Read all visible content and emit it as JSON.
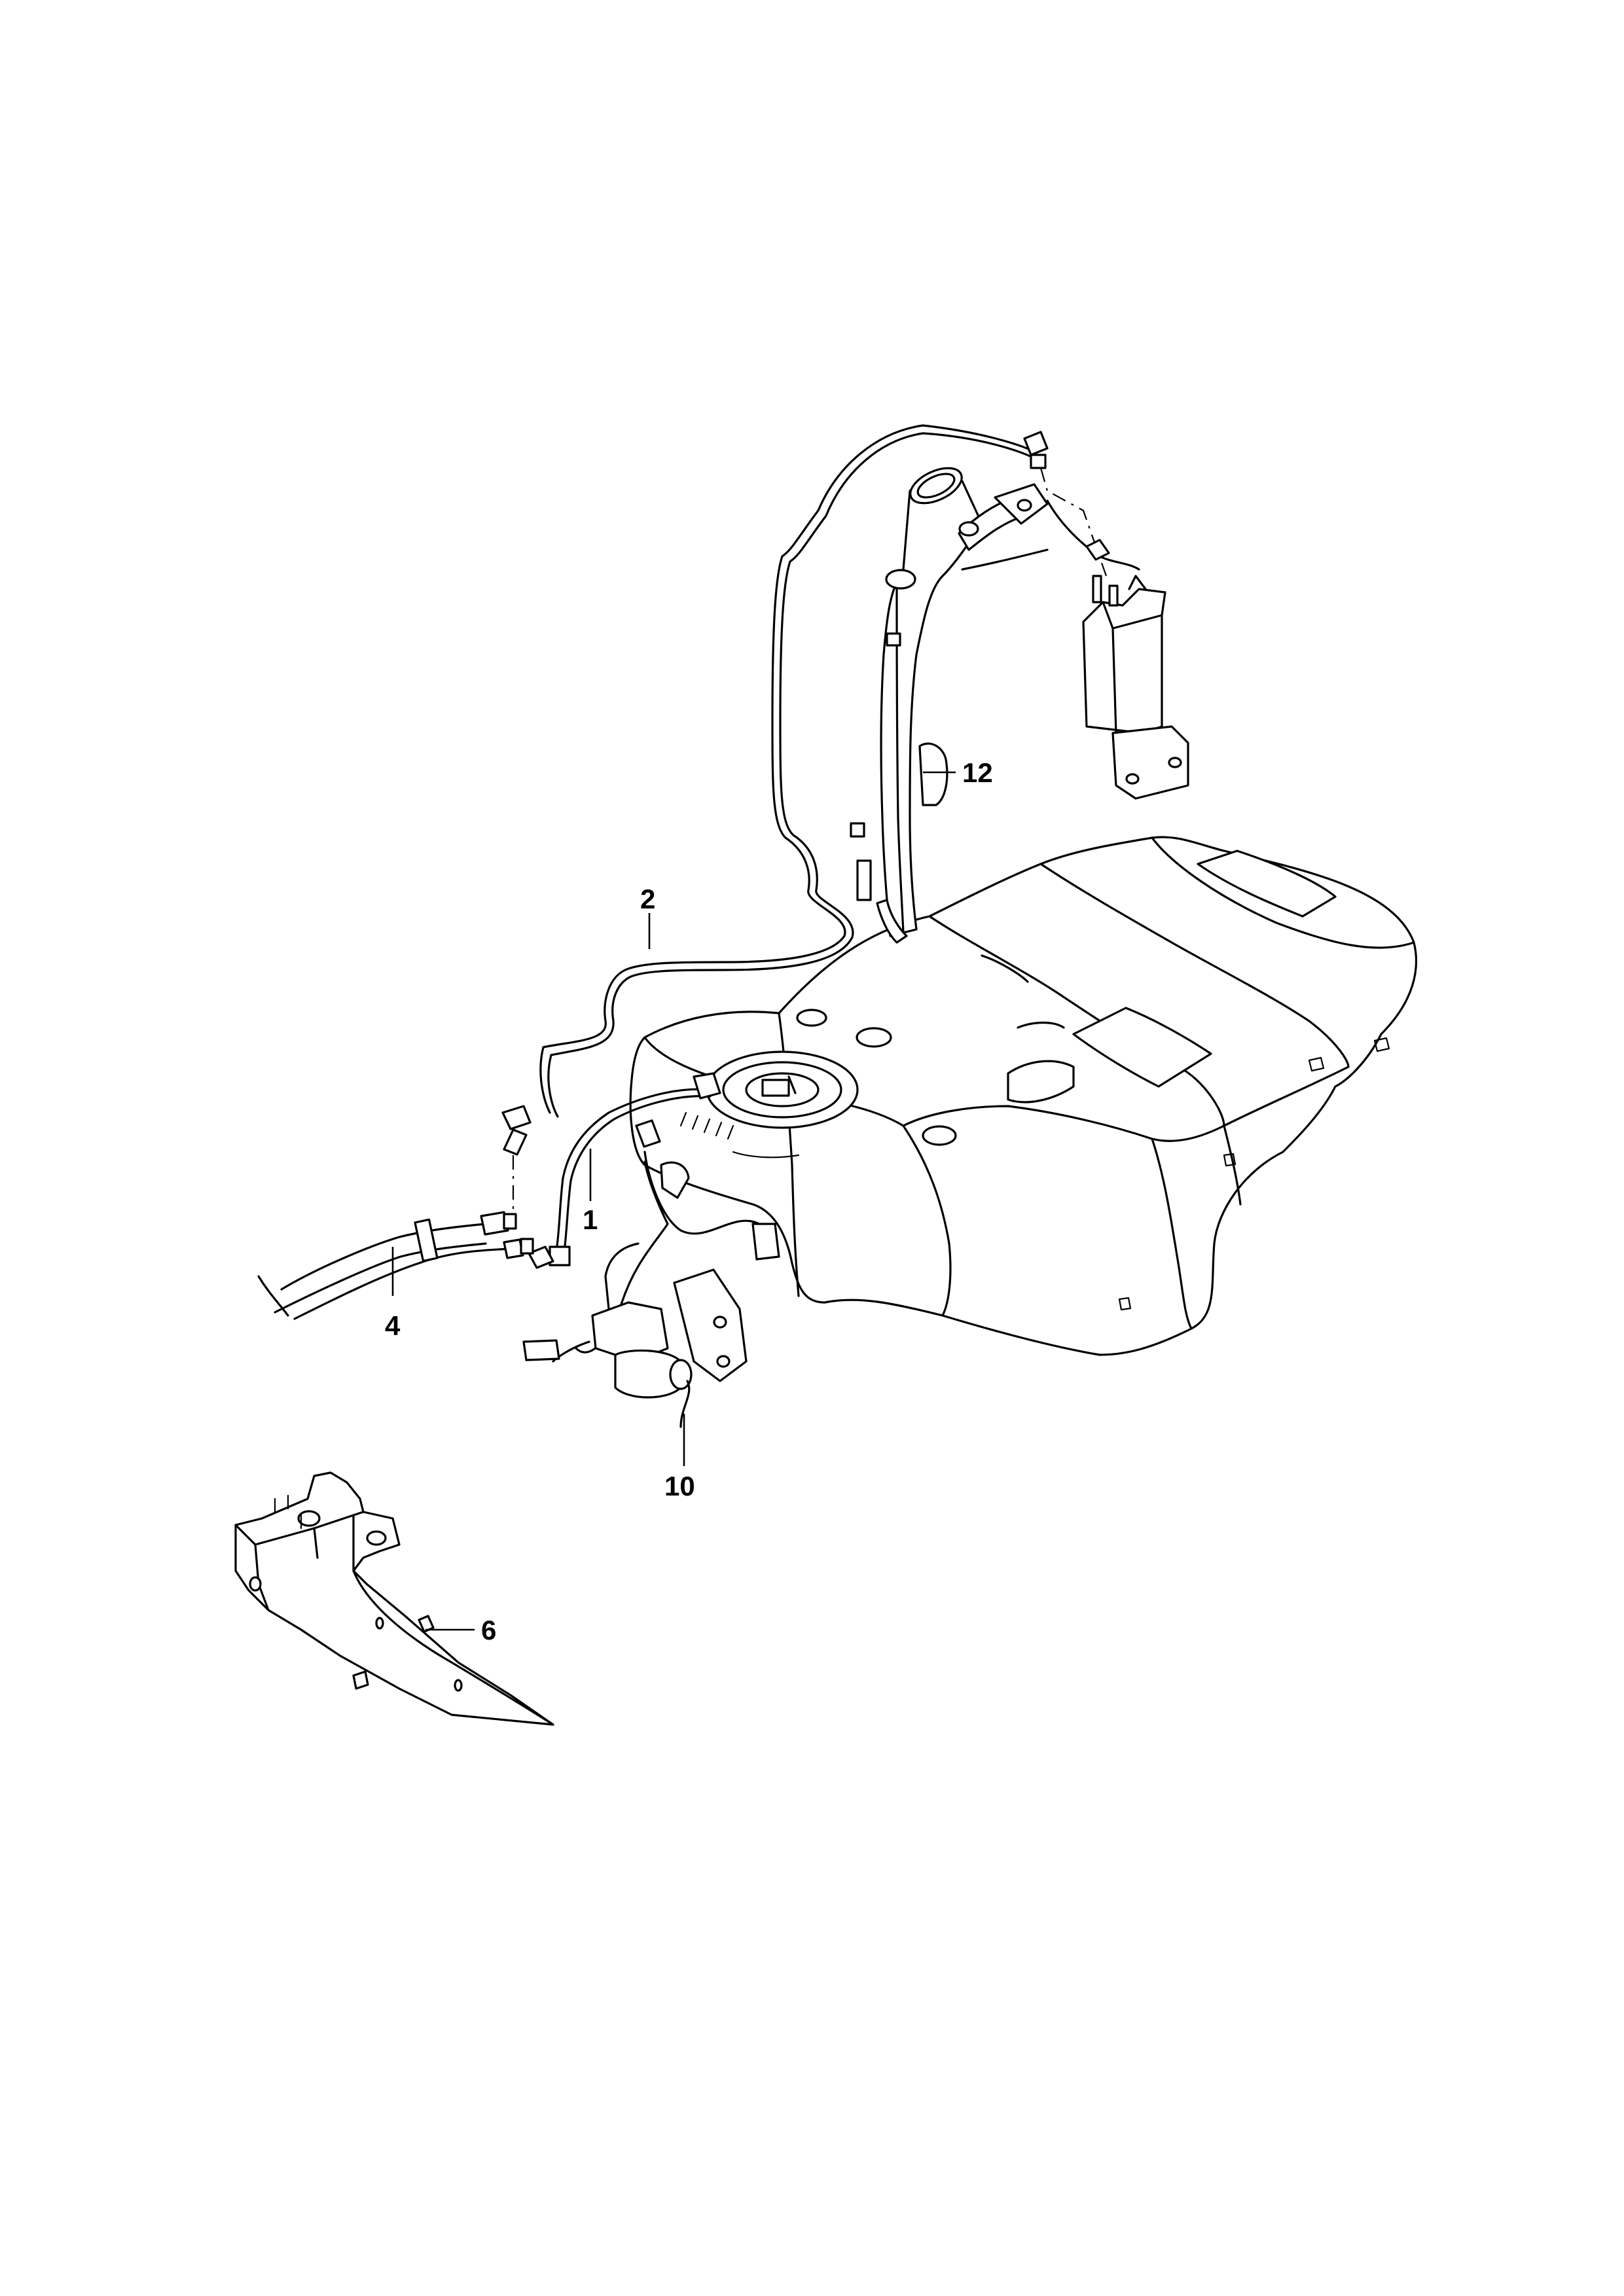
{
  "diagram": {
    "colors": {
      "line": "#000000",
      "background": "#ffffff"
    },
    "callouts": [
      {
        "id": "1",
        "label": "1"
      },
      {
        "id": "2",
        "label": "2"
      },
      {
        "id": "4",
        "label": "4"
      },
      {
        "id": "6",
        "label": "6"
      },
      {
        "id": "10",
        "label": "10"
      },
      {
        "id": "12",
        "label": "12"
      }
    ]
  }
}
